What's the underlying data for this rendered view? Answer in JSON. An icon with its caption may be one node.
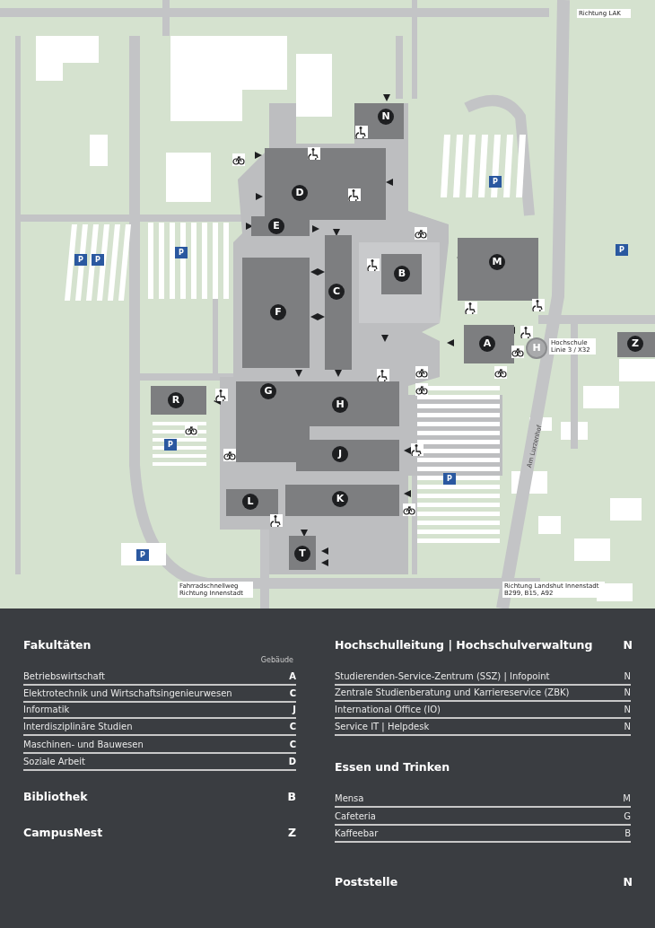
{
  "diagram": {
    "nodes": [
      {
        "text": [
          "N"
        ]
      },
      {
        "text": [
          "D"
        ]
      },
      {
        "text": [
          "E"
        ]
      },
      {
        "text": [
          "M"
        ]
      },
      {
        "text": [
          "B"
        ]
      },
      {
        "text": [
          "C"
        ]
      },
      {
        "text": [
          "F"
        ]
      },
      {
        "text": [
          "A"
        ]
      },
      {
        "text": [
          "Z"
        ]
      },
      {
        "text": [
          "G"
        ]
      },
      {
        "text": [
          "R"
        ]
      },
      {
        "text": [
          "H"
        ]
      },
      {
        "text": [
          "J"
        ]
      },
      {
        "text": [
          "K"
        ]
      },
      {
        "text": [
          "L"
        ]
      },
      {
        "text": [
          "T"
        ]
      },
      {
        "text": [
          "H"
        ],
        "beside": [
          "Hochschule Linie 3 / X32"
        ]
      },
      {
        "text": [
          "P"
        ]
      },
      {
        "text": [
          "P"
        ]
      },
      {
        "text": [
          "P"
        ]
      },
      {
        "text": [
          "P"
        ]
      },
      {
        "text": [
          "P"
        ]
      },
      {
        "text": [
          "P"
        ]
      },
      {
        "text": [
          "P"
        ]
      },
      {
        "text": [
          "P"
        ]
      }
    ],
    "labels": [
      "Richtung LAK",
      "Fahrradschnellweg Richtung Innenstadt",
      "Richtung Landshut Innenstadt B299, B15, A92",
      "Am Lurzenhof",
      "Fakultäten",
      "Gebäude",
      "Betriebswirtschaft",
      "A",
      "Elektrotechnik und Wirtschaftsingenieurwesen",
      "C",
      "Informatik",
      "J",
      "Interdisziplinäre Studien",
      "C",
      "Maschinen- und Bauwesen",
      "C",
      "Soziale Arbeit",
      "D",
      "Bibliothek",
      "B",
      "CampusNest",
      "Z",
      "Hochschulleitung | Hochschulverwaltung",
      "N",
      "Studierenden-Service-Zentrum (SSZ) | Infopoint",
      "N",
      "Zentrale Studienberatung und Karriereservice (ZBK)",
      "N",
      "International Office (IO)",
      "N",
      "Service IT | Helpdesk",
      "N",
      "Essen und Trinken",
      "Mensa",
      "M",
      "Cafeteria",
      "G",
      "Kaffeebar",
      "B",
      "Poststelle",
      "N"
    ]
  }
}
